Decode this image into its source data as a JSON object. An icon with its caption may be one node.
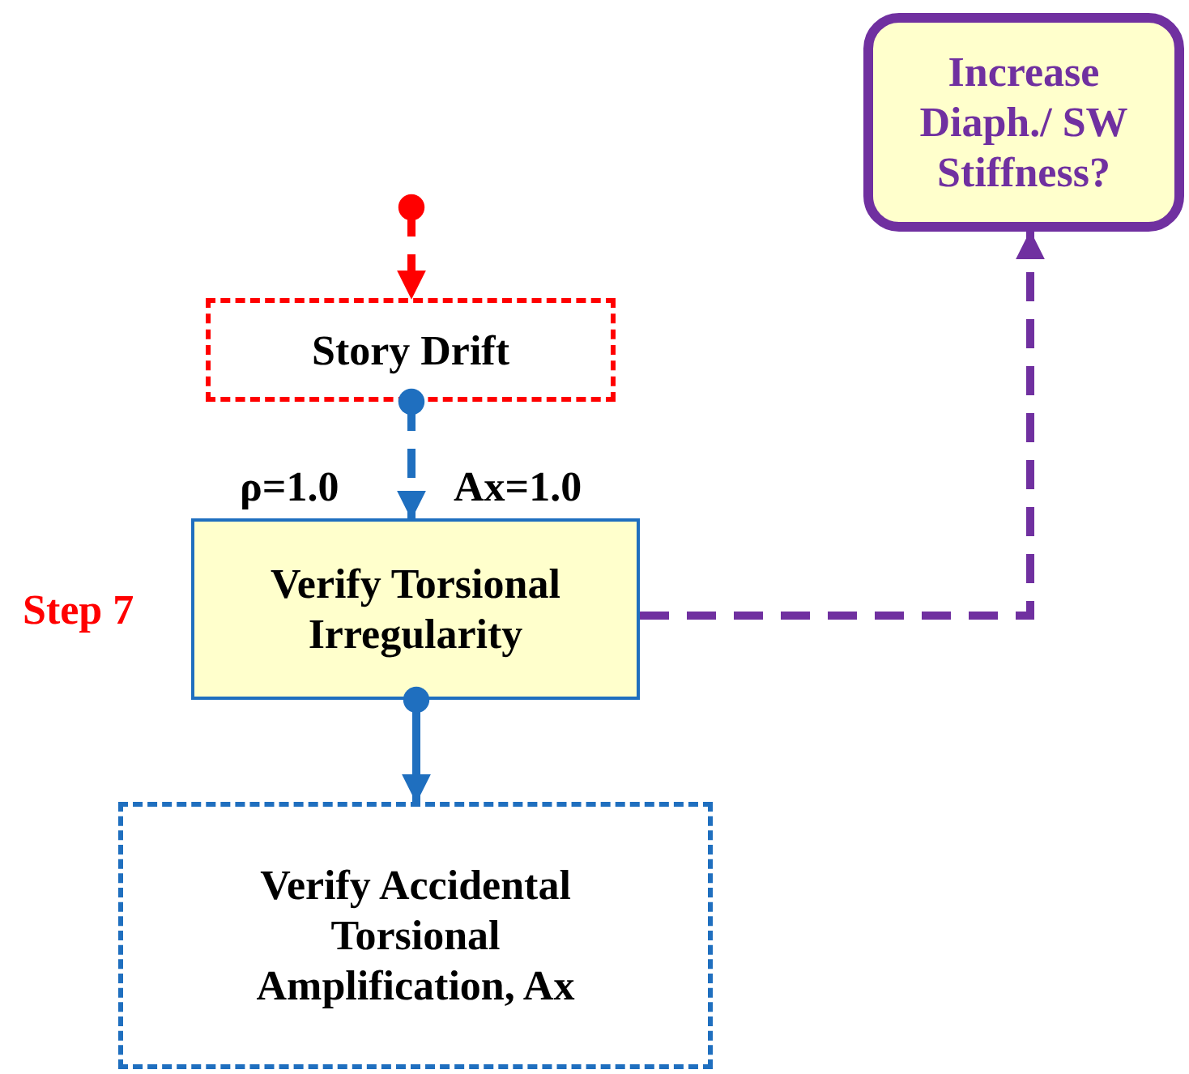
{
  "diagram": {
    "nodes": [
      {
        "text": [
          "Increase Diaph./ SW Stiffness?"
        ]
      },
      {
        "text": [
          "Story Drift"
        ]
      },
      {
        "text": [
          "Verify Torsional Irregularity"
        ],
        "beside": [
          "Step 7"
        ]
      },
      {
        "text": [
          "Verify Accidental Torsional Amplification, Ax"
        ]
      }
    ],
    "edges": [
      {
        "from": null,
        "to": 1,
        "arrow": "to",
        "style": "dashed",
        "color": "#ff0000"
      },
      {
        "from": 1,
        "to": 2,
        "arrow": "to",
        "style": "dashed"
      },
      {
        "from": 2,
        "to": 3,
        "arrow": "to"
      },
      {
        "from": 2,
        "to": 0,
        "arrow": "to",
        "style": "dashed",
        "color": "#7030a0"
      }
    ],
    "labels": [
      "ρ=1.0",
      "Ax=1.0"
    ]
  }
}
